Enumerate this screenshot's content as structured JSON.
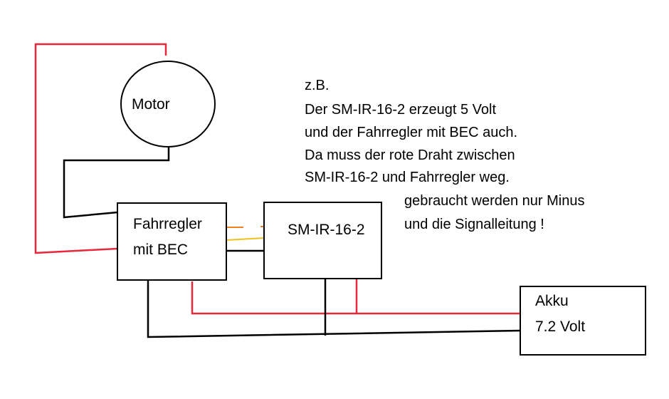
{
  "diagram": {
    "nodes": {
      "motor": {
        "label": "Motor"
      },
      "esc": {
        "label_line1": "Fahrregler",
        "label_line2": "mit BEC"
      },
      "sm": {
        "label": "SM-IR-16-2"
      },
      "akku": {
        "label_line1": "Akku",
        "label_line2": "7.2 Volt"
      }
    },
    "note": {
      "lines": [
        "z.B.",
        "Der SM-IR-16-2 erzeugt 5 Volt",
        "und der Fahrregler mit BEC auch.",
        "Da muss der rote Draht zwischen",
        "SM-IR-16-2 und Fahrregler weg."
      ],
      "lines_right": [
        "gebraucht werden nur Minus",
        "und die Signalleitung !"
      ]
    },
    "colors": {
      "plus_wire": "#e8283c",
      "minus_wire": "#000000",
      "signal_wire_orange": "#f08020",
      "signal_wire_yellow": "#f0c020"
    }
  }
}
